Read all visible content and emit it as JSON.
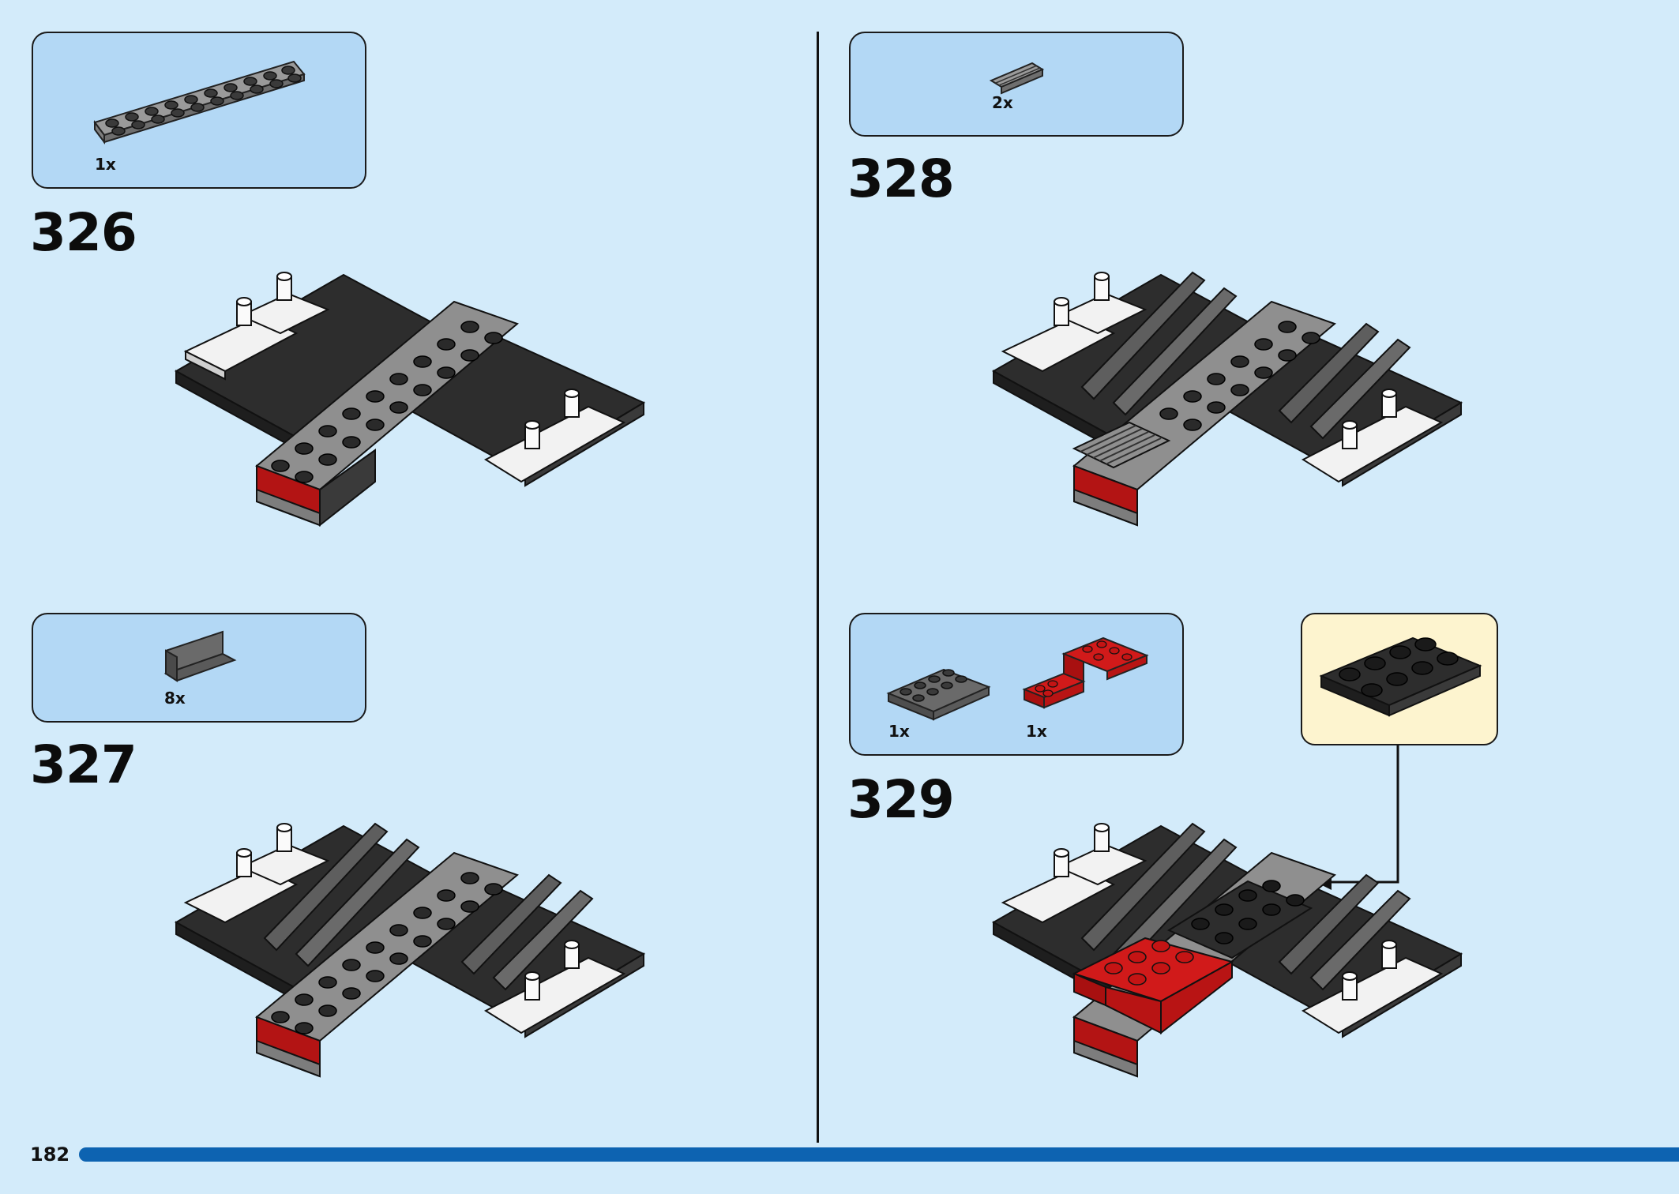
{
  "page": {
    "number": "182"
  },
  "steps": [
    {
      "number": "326",
      "parts": [
        {
          "count": "1x",
          "part": "gray-plate-2x10"
        }
      ]
    },
    {
      "number": "327",
      "parts": [
        {
          "count": "8x",
          "part": "dark-gray-bracket"
        }
      ]
    },
    {
      "number": "328",
      "parts": [
        {
          "count": "2x",
          "part": "gray-grille-tile"
        }
      ]
    },
    {
      "number": "329",
      "parts": [
        {
          "count": "1x",
          "part": "dark-gray-plate-2x4"
        },
        {
          "count": "1x",
          "part": "red-stepped-bracket"
        }
      ],
      "callout_part": "black-plate-2x4"
    }
  ],
  "colors": {
    "background": "#d3ebfa",
    "parts_box": "#b3d8f5",
    "callout_box": "#fdf4cf",
    "progress_bar": "#0d63b1",
    "brick_black": "#2b2b2b",
    "brick_gray": "#8a8a8a",
    "brick_red": "#d11a1a",
    "brick_white": "#f2f2f2"
  }
}
